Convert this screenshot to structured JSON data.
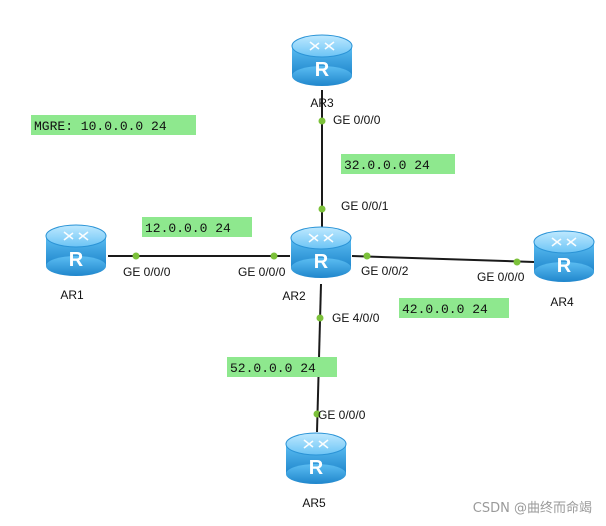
{
  "colors": {
    "link": "#1a1a1a",
    "port_dot": "#7cc13a",
    "net_label_bg": "#8ee88e",
    "router_body": "#3aa6e6",
    "router_top": "#8fd3fa",
    "router_dark": "#1d78b8"
  },
  "icons": {
    "router": "router-icon"
  },
  "routers": [
    {
      "id": "ar1",
      "name": "AR1"
    },
    {
      "id": "ar2",
      "name": "AR2"
    },
    {
      "id": "ar3",
      "name": "AR3"
    },
    {
      "id": "ar4",
      "name": "AR4"
    },
    {
      "id": "ar5",
      "name": "AR5"
    }
  ],
  "router_glyph": "R",
  "ports": {
    "ar1_ge000": "GE 0/0/0",
    "ar2_ge000": "GE 0/0/0",
    "ar3_ge000": "GE 0/0/0",
    "ar2_ge001": "GE 0/0/1",
    "ar2_ge002": "GE 0/0/2",
    "ar4_ge000": "GE 0/0/0",
    "ar2_ge400": "GE 4/0/0",
    "ar5_ge000": "GE 0/0/0"
  },
  "networks": {
    "mgre": "MGRE: 10.0.0.0 24",
    "n12": "12.0.0.0 24",
    "n32": "32.0.0.0 24",
    "n42": "42.0.0.0 24",
    "n52": "52.0.0.0 24"
  },
  "watermark": "CSDN @曲终而命竭"
}
